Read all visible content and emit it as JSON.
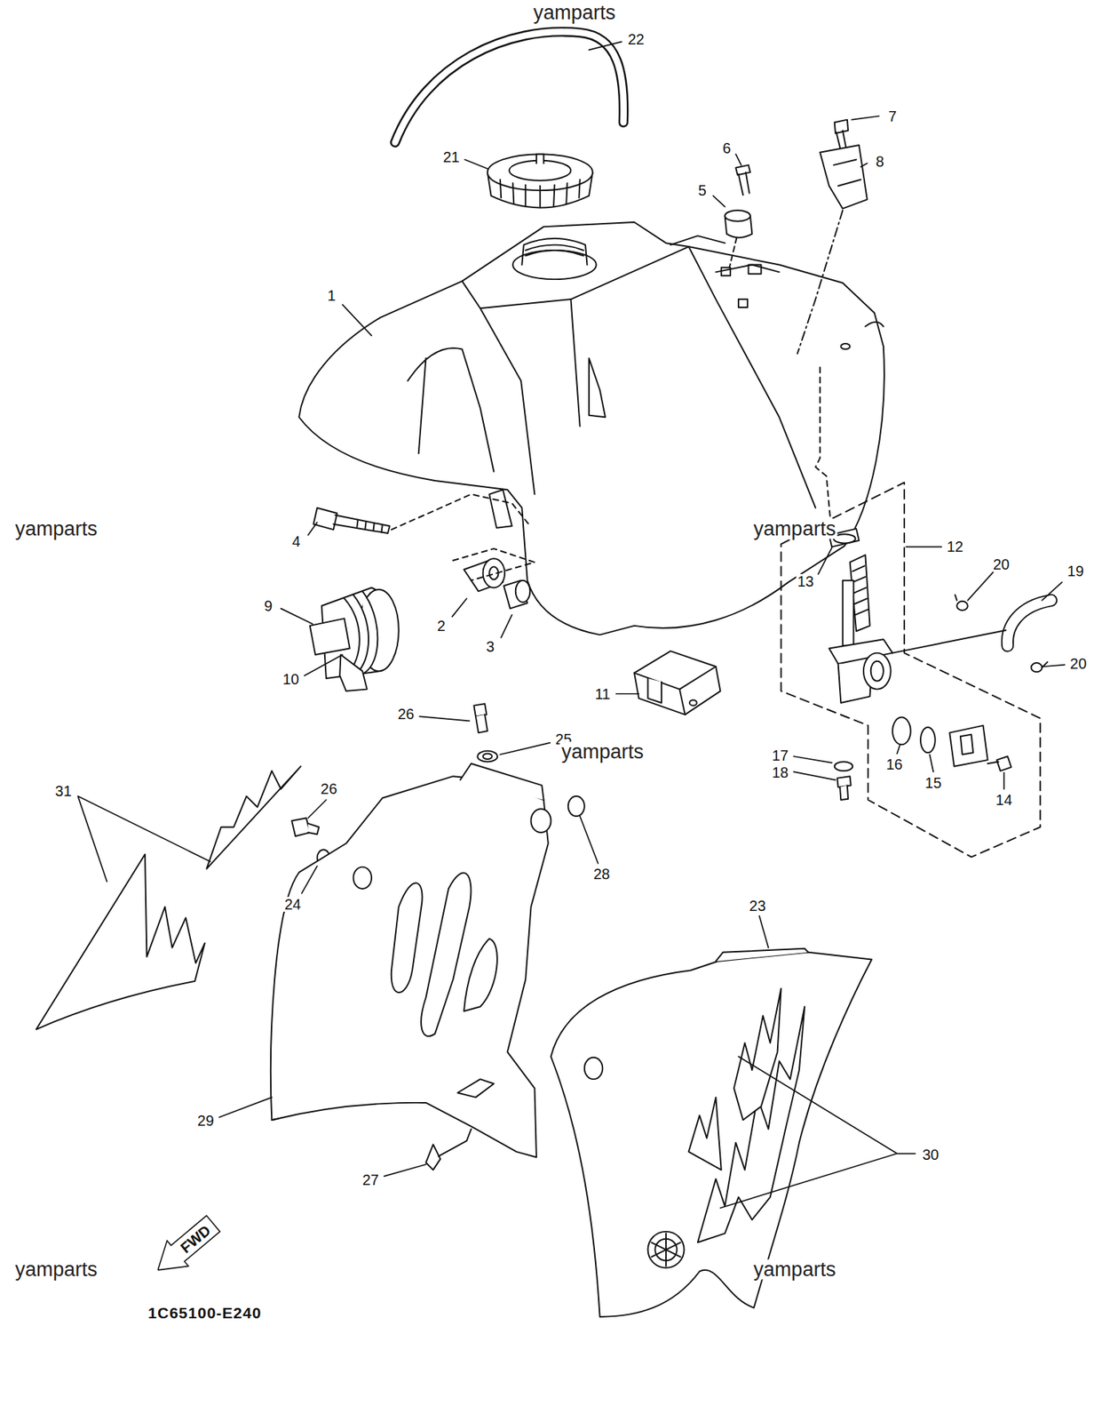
{
  "diagram": {
    "nodes": [
      {
        "text": [
          "FWD"
        ]
      }
    ],
    "labels": [
      "yamparts",
      "22",
      "7",
      "6",
      "21",
      "8",
      "5",
      "1",
      "yamparts",
      "yamparts",
      "4",
      "12",
      "20",
      "19",
      "13",
      "9",
      "2",
      "3",
      "20",
      "10",
      "11",
      "26",
      "25",
      "yamparts",
      "17",
      "16",
      "18",
      "15",
      "31",
      "26",
      "14",
      "28",
      "24",
      "23",
      "29",
      "30",
      "27",
      "yamparts",
      "yamparts",
      "1C65100-E240"
    ]
  }
}
